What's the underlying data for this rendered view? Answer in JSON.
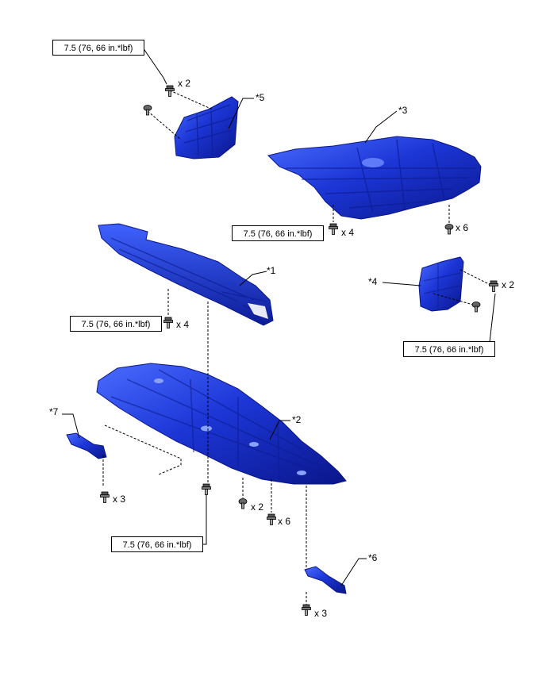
{
  "torque_spec": "7.5 (76, 66 in.*lbf)",
  "part_labels": {
    "p1": "*1",
    "p2": "*2",
    "p3": "*3",
    "p4": "*4",
    "p5": "*5",
    "p6": "*6",
    "p7": "*7"
  },
  "fastener_counts": {
    "p5_upper": "x 2",
    "p3_left": "x 4",
    "p3_right": "x 6",
    "p4_right": "x 2",
    "p1_bottom": "x 4",
    "p7_bottom": "x 3",
    "p2_a": "x 2",
    "p2_b": "x 6",
    "p6_bottom": "x 3"
  },
  "colors": {
    "part_dark": "#0a1a8c",
    "part_mid": "#1a34d8",
    "part_light": "#5a7cff",
    "line": "#000000",
    "bolt": "#444444"
  }
}
